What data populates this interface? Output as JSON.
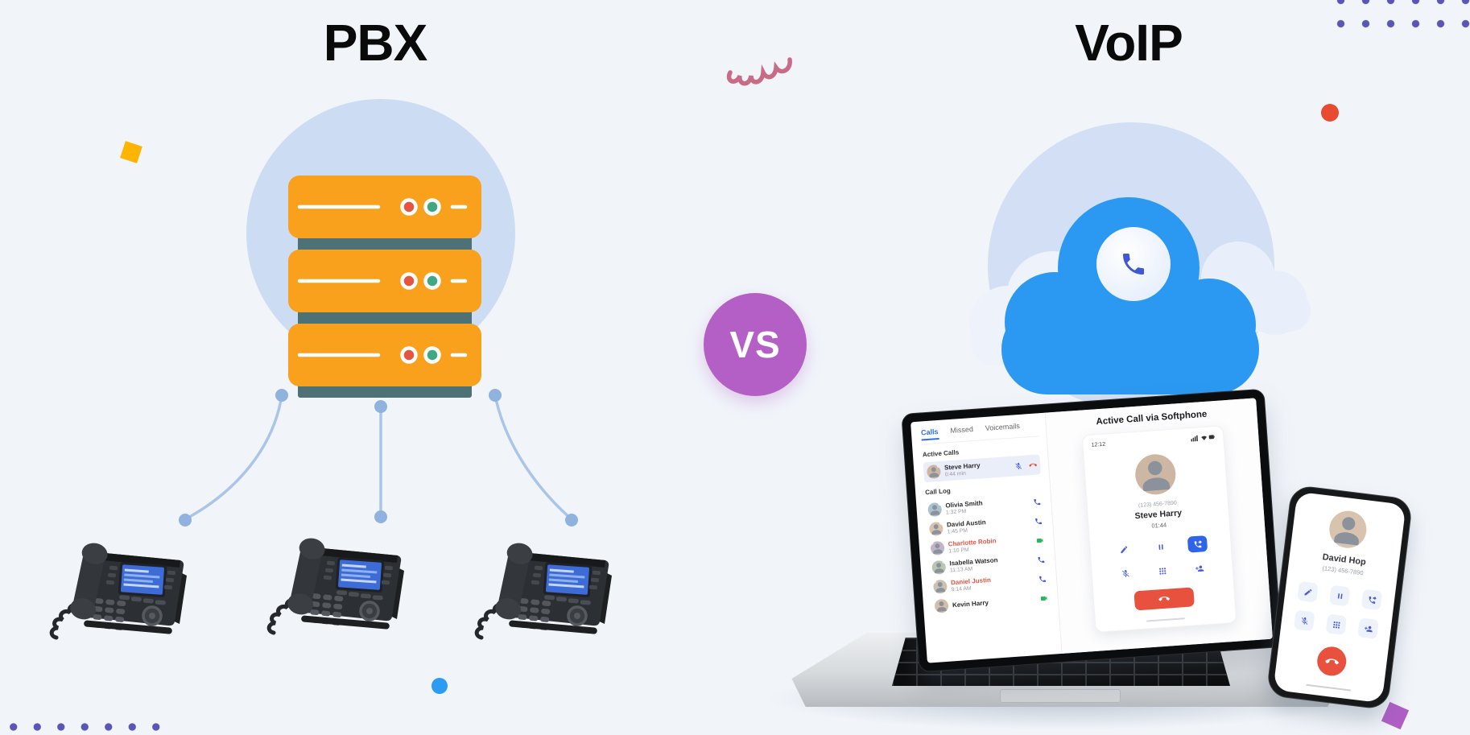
{
  "titles": {
    "left": "PBX",
    "vs": "VS",
    "right": "VoIP"
  },
  "palette": {
    "background": "#F1F5FA",
    "server_orange": "#F9A11C",
    "server_band_teal": "#4E7175",
    "halo_blue": "#CBDCF3",
    "connector_blue": "#ABC5E8",
    "cloud_blue": "#2B99F1",
    "cloud_halo": "#D2DFF4",
    "vs_purple": "#B45FC5",
    "accent_red": "#E84B31",
    "accent_yellow": "#FFB400",
    "accent_blue": "#2E9BF2",
    "dot_purple": "#5B55B8",
    "squiggle_pink": "#C76B86",
    "missed_red": "#E05746",
    "call_blue": "#3C55E6",
    "video_green": "#27B859",
    "end_call_red": "#E8513D"
  },
  "softphone_app": {
    "tabs": [
      {
        "label": "Calls"
      },
      {
        "label": "Missed"
      },
      {
        "label": "Voicemails"
      }
    ],
    "active_tab": "Calls",
    "active_calls_header": "Active Calls",
    "active_call": {
      "name": "Steve Harry",
      "status": "0:44 min"
    },
    "call_log_header": "Call Log",
    "call_log": [
      {
        "name": "Olivia Smith",
        "time": "1:32 PM",
        "type": "call"
      },
      {
        "name": "David Austin",
        "time": "1:45 PM",
        "type": "call"
      },
      {
        "name": "Charlotte Robin",
        "time": "1:10 PM",
        "type": "video"
      },
      {
        "name": "Isabella Watson",
        "time": "11:13 AM",
        "type": "call"
      },
      {
        "name": "Daniel Justin",
        "time": "9:14 AM",
        "type": "call"
      },
      {
        "name": "Kevin Harry",
        "time": "",
        "type": "video"
      }
    ],
    "detail": {
      "heading": "Active Call via Softphone",
      "status_time": "12:12",
      "caller_number": "(123) 456-7890",
      "caller_name": "Steve Harry",
      "duration": "01:44"
    }
  },
  "mobile_call": {
    "name": "David Hop",
    "number": "(123) 456-7890"
  }
}
